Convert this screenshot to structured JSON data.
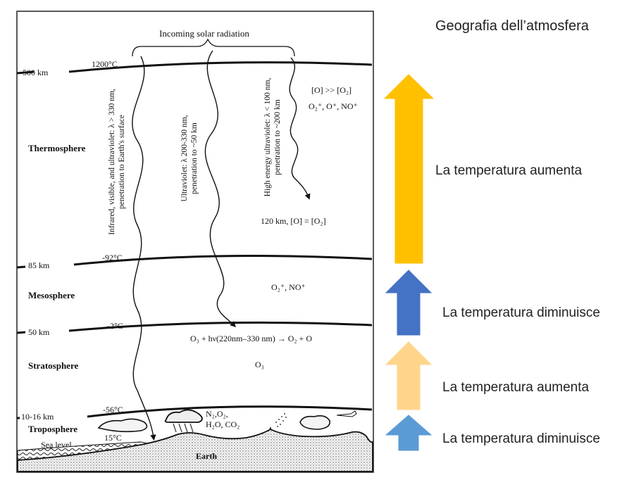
{
  "title": "Geografia dell’atmosfera",
  "diagram": {
    "incoming": "Incoming solar radiation",
    "layers": {
      "thermosphere": "Thermosphere",
      "mesosphere": "Mesosphere",
      "stratosphere": "Stratosphere",
      "troposphere": "Troposphere",
      "sea_level": "Sea level",
      "earth": "Earth"
    },
    "altitudes": {
      "a500": "500 km",
      "a85": "85 km",
      "a50": "50 km",
      "a10": "10-16 km"
    },
    "temps": {
      "t1200": "1200°C",
      "t92": "-92°C",
      "t2": "-2°C",
      "t56": "-56°C",
      "t15": "15°C"
    },
    "radiation": {
      "ir_line1": "Infrared, visible, and ultraviolet: λ > 330 nm,",
      "ir_line2": "penetration to Earth's surface",
      "uv_line1": "Ultraviolet: λ 200-330 nm,",
      "uv_line2": "penetration to ~50 km",
      "heuv_line1": "High energy ultraviolet: λ < 100 nm,",
      "heuv_line2": "penetration to ~200 km"
    },
    "chem": {
      "o_gt": "[O] >> [O₂]",
      "ions_thermo": "O₂⁺, O⁺, NO⁺",
      "eq120": "120 km, [O] = [O₂]",
      "ions_meso": "O₂⁺, NO⁺",
      "reaction": "O₃ + hν(220nm–330 nm) → O₂ + O",
      "ozone": "O₃",
      "tropo_gas1": "N₂,O₂,",
      "tropo_gas2": "H₂O, CO₂"
    }
  },
  "captions": [
    "La temperatura aumenta",
    "La temperatura diminuisce",
    "La temperatura aumenta",
    "La temperatura diminuisce"
  ],
  "arrow_colors": [
    "#FFC000",
    "#4472C4",
    "#FFD58C",
    "#5B9BD5"
  ]
}
